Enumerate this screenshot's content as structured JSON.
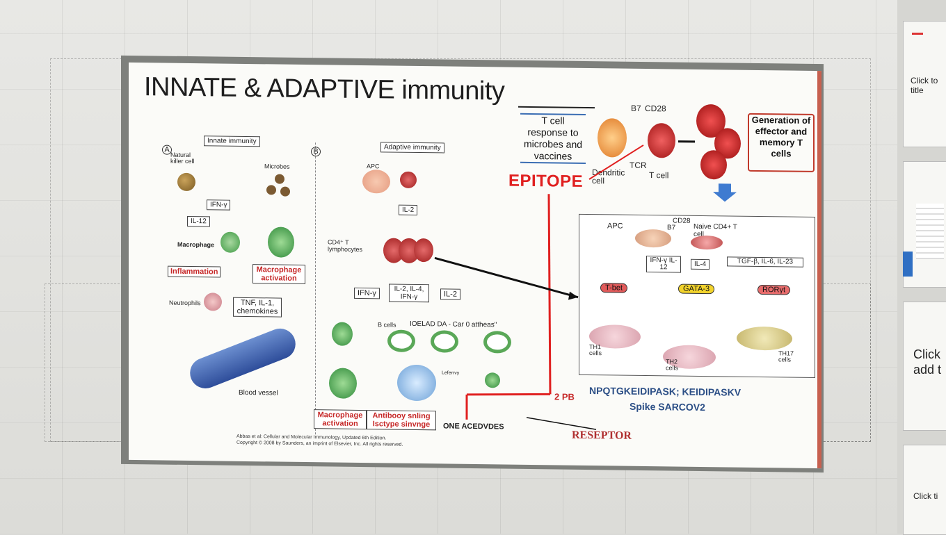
{
  "slide": {
    "title": "INNATE & ADAPTIVE immunity",
    "panel_a": {
      "marker": "A",
      "header": "Innate immunity",
      "labels": {
        "nk": "Natural killer cell",
        "microbes": "Microbes",
        "ifn": "IFN-γ",
        "il12": "IL-12",
        "macrophage": "Macrophage",
        "inflammation": "Inflammation",
        "mac_activation": "Macrophage activation",
        "neutrophils": "Neutrophils",
        "tnf": "TNF, IL-1, chemokines",
        "blood_vessel": "Blood vessel"
      }
    },
    "panel_b": {
      "marker": "B",
      "header": "Adaptive immunity",
      "labels": {
        "apc": "APC",
        "il2_top": "IL-2",
        "cd4": "CD4⁺ T lymphocytes",
        "ifn": "IFN-γ",
        "il2_mix": "IL-2, IL-4, IFN-γ",
        "il2_right": "IL-2",
        "b_cells": "B cells",
        "cart_text": "IOELAD DA - Car 0 attheas\"",
        "mac_activation": "Macrophage activation",
        "antibody": "Antibooy snling Isctype sinvnge",
        "ones": "ONE ACEDVDES",
        "leaves": "Leferrvy"
      }
    },
    "top_right": {
      "response": "T cell response to microbes and vaccines",
      "b7": "B7",
      "cd28": "CD28",
      "tcr": "TCR",
      "dendritic": "Dendritic cell",
      "tcell": "T cell",
      "generation": "Generation of effector and memory T cells",
      "epitope": "EPITOPE"
    },
    "th_panel": {
      "apc": "APC",
      "cd28": "CD28",
      "b7": "B7",
      "naive": "Naive CD4+ T cell",
      "cyt1": "IFN-γ IL-12",
      "cyt2": "IL-4",
      "cyt3": "TGF-β, IL-6, IL-23",
      "tf1": "T-bet",
      "tf2": "GATA-3",
      "tf3": "RORγt",
      "th1": "TH1 cells",
      "th2": "TH2 cells",
      "th17": "TH17 cells"
    },
    "annotations": {
      "pb": "2 PB",
      "peptide": "NPQTGKEIDIPASK; KEIDIPASKV",
      "spike": "Spike SARCOV2",
      "reseptor": "RESEPTOR"
    },
    "citation": [
      "Abbas et al: Cellular and Molecular Immunology, Updated 6th Edition.",
      "Copyright © 2008 by Saunders, an imprint of Elsevier, Inc. All rights reserved."
    ]
  },
  "thumbnails": [
    {
      "title": "Click to title"
    },
    {
      "title": ""
    },
    {
      "title": "Click add t"
    },
    {
      "title": "Click ti"
    }
  ],
  "colors": {
    "accent_red": "#e02020",
    "peptide_blue": "#2c4f86",
    "selection_blue": "#2f6fc3"
  }
}
